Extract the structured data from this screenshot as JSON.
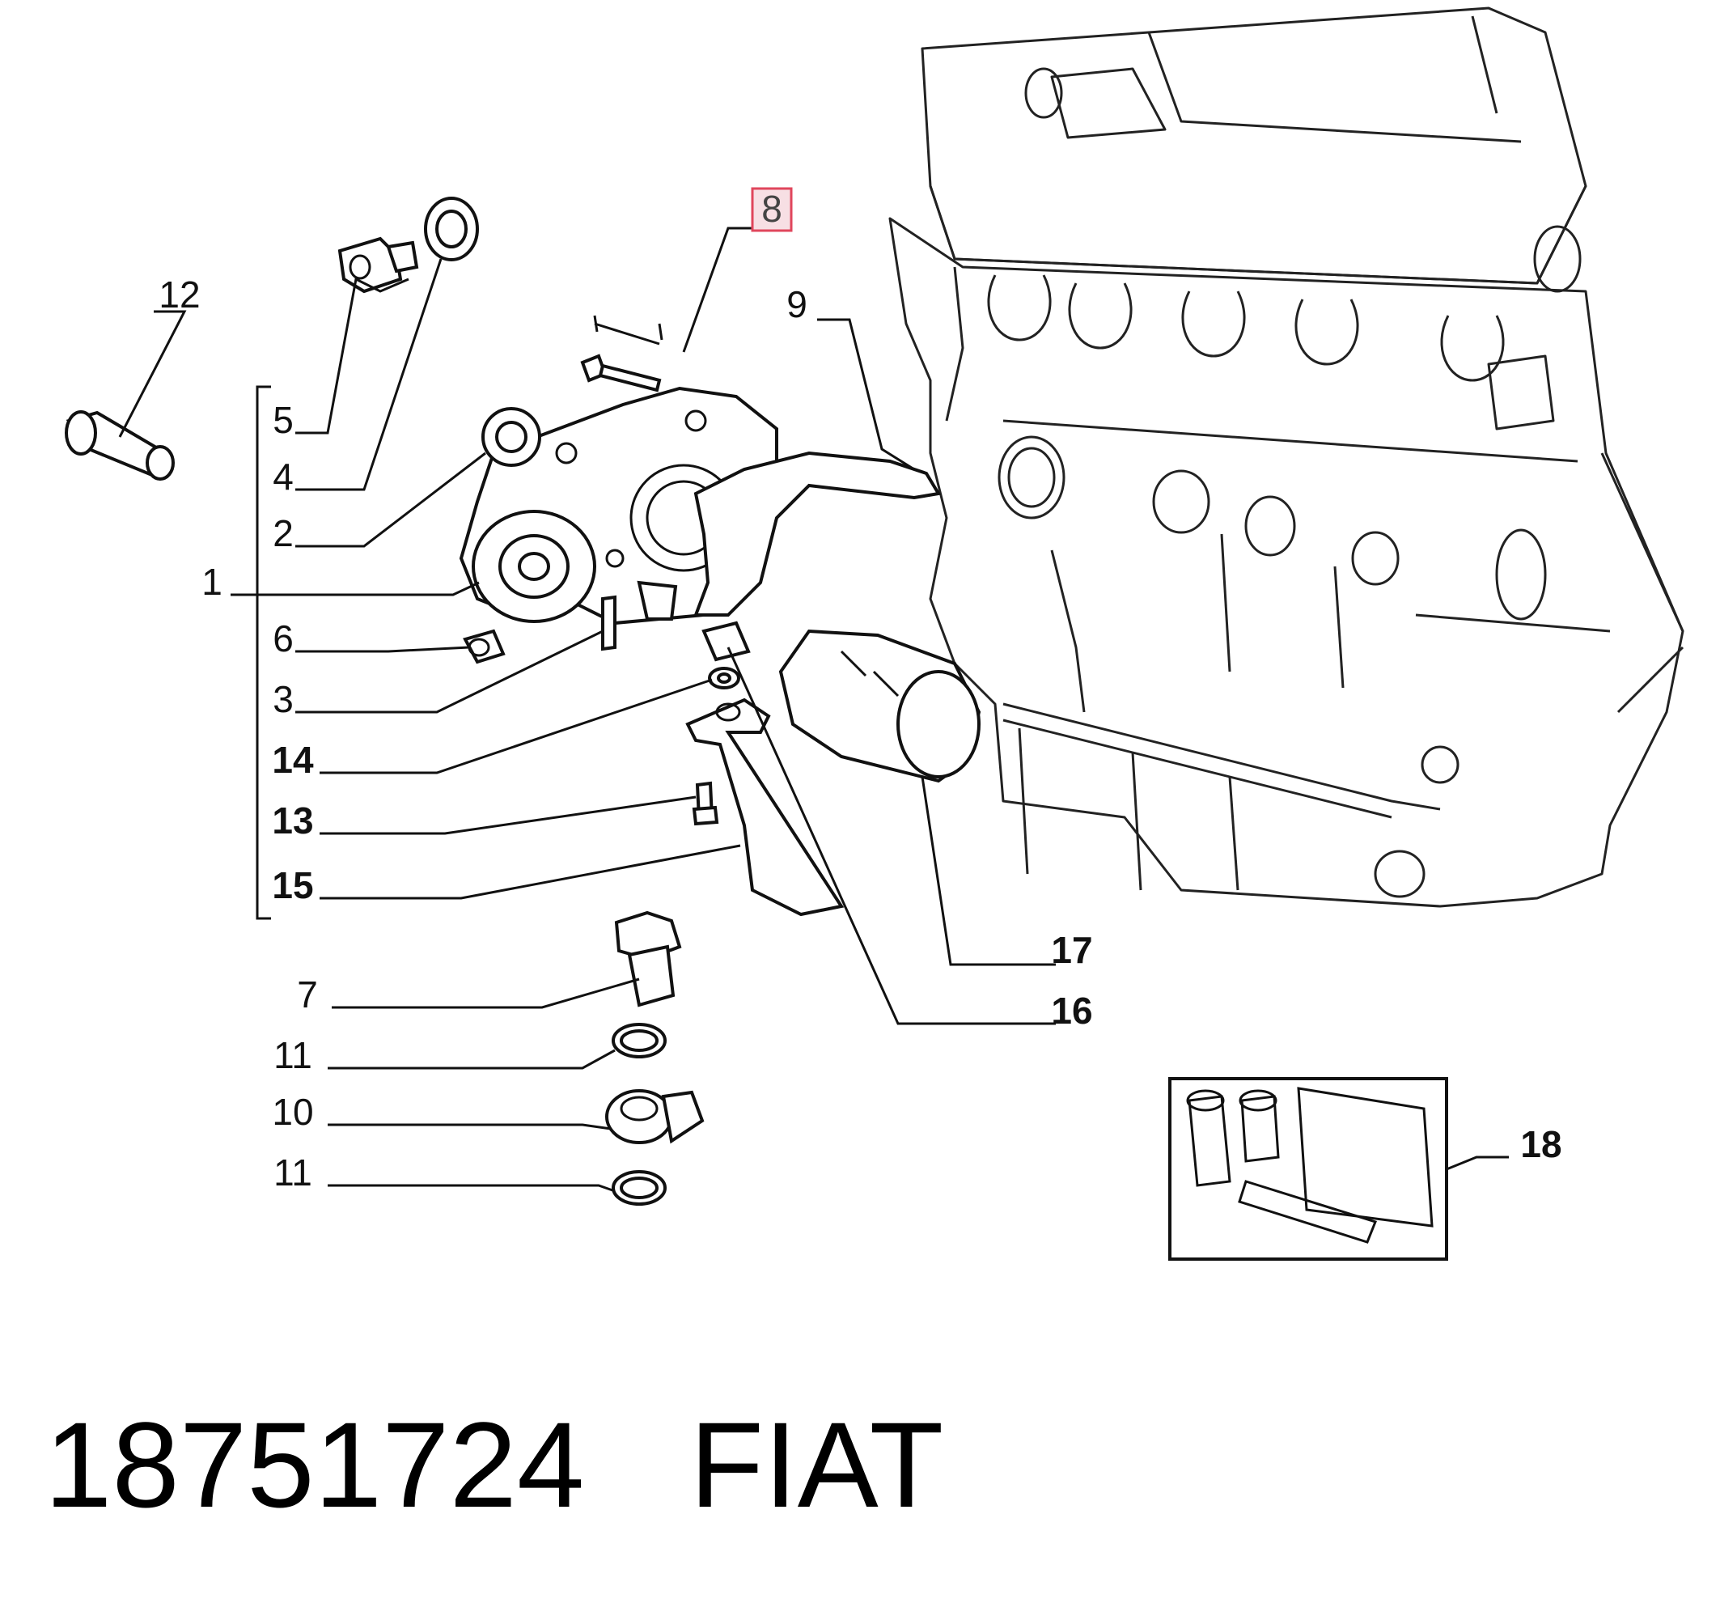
{
  "diagram": {
    "callouts": {
      "c1": "1",
      "c2": "2",
      "c3": "3",
      "c4": "4",
      "c5": "5",
      "c6": "6",
      "c7": "7",
      "c8": "8",
      "c9": "9",
      "c10": "10",
      "c11a": "11",
      "c11b": "11",
      "c12": "12",
      "c13": "13",
      "c14": "14",
      "c15": "15",
      "c16": "16",
      "c17": "17",
      "c18": "18"
    },
    "highlighted_callout": "8",
    "highlight_color": "#e0465c"
  },
  "footer": {
    "part_number": "18751724",
    "brand": "FIAT"
  }
}
